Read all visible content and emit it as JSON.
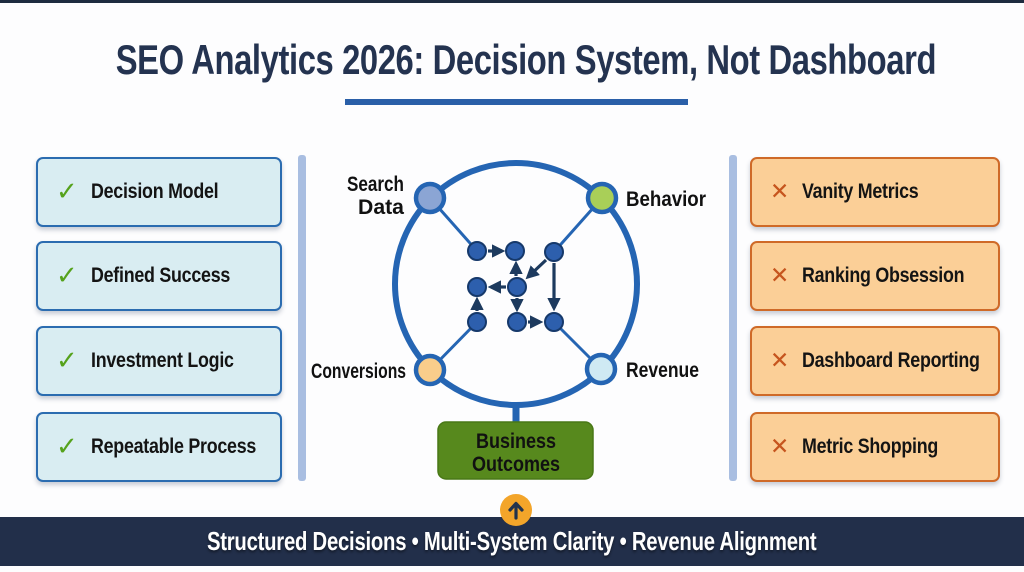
{
  "title": {
    "text": "SEO Analytics 2026: Decision System, Not Dashboard"
  },
  "left_panel": {
    "check_glyph": "✓",
    "items": [
      {
        "label": "Decision Model"
      },
      {
        "label": "Defined Success"
      },
      {
        "label": "Investment Logic"
      },
      {
        "label": "Repeatable Process"
      }
    ]
  },
  "right_panel": {
    "cross_glyph": "✕",
    "items": [
      {
        "label": "Vanity Metrics"
      },
      {
        "label": "Ranking Obsession"
      },
      {
        "label": "Dashboard Reporting"
      },
      {
        "label": "Metric Shopping"
      }
    ]
  },
  "diagram": {
    "node_search_line1": "Search",
    "node_search_line2": "Data",
    "node_behavior": "Behavior",
    "node_conversions": "Conversions",
    "node_revenue": "Revenue",
    "outcome_line1": "Business",
    "outcome_line2": "Outcomes",
    "up_arrow_icon": "↑"
  },
  "footer": {
    "text": "Structured Decisions • Multi-System Clarity • Revenue Alignment"
  },
  "colors": {
    "title_navy": "#243350",
    "accent_blue": "#2565b3",
    "underline_blue": "#2a5fa8",
    "left_box_fill": "#d9edf2",
    "left_box_border": "#2b6cb0",
    "right_box_fill": "#fbcf97",
    "right_box_border": "#cf6a28",
    "check_green": "#55a21c",
    "cross_orange": "#c6551e",
    "divider_periwinkle": "#a9bee1",
    "node_search_fill": "#8ba5d4",
    "node_behavior_fill": "#a9cf58",
    "node_conversions_fill": "#f9cd8b",
    "node_revenue_fill": "#cfeaf3",
    "flow_dot_fill": "#2d5fad",
    "arrow_navy": "#1d3a5e",
    "outcome_green": "#57891d",
    "badge_orange": "#f3a52a",
    "footer_bg": "#222f4a"
  }
}
